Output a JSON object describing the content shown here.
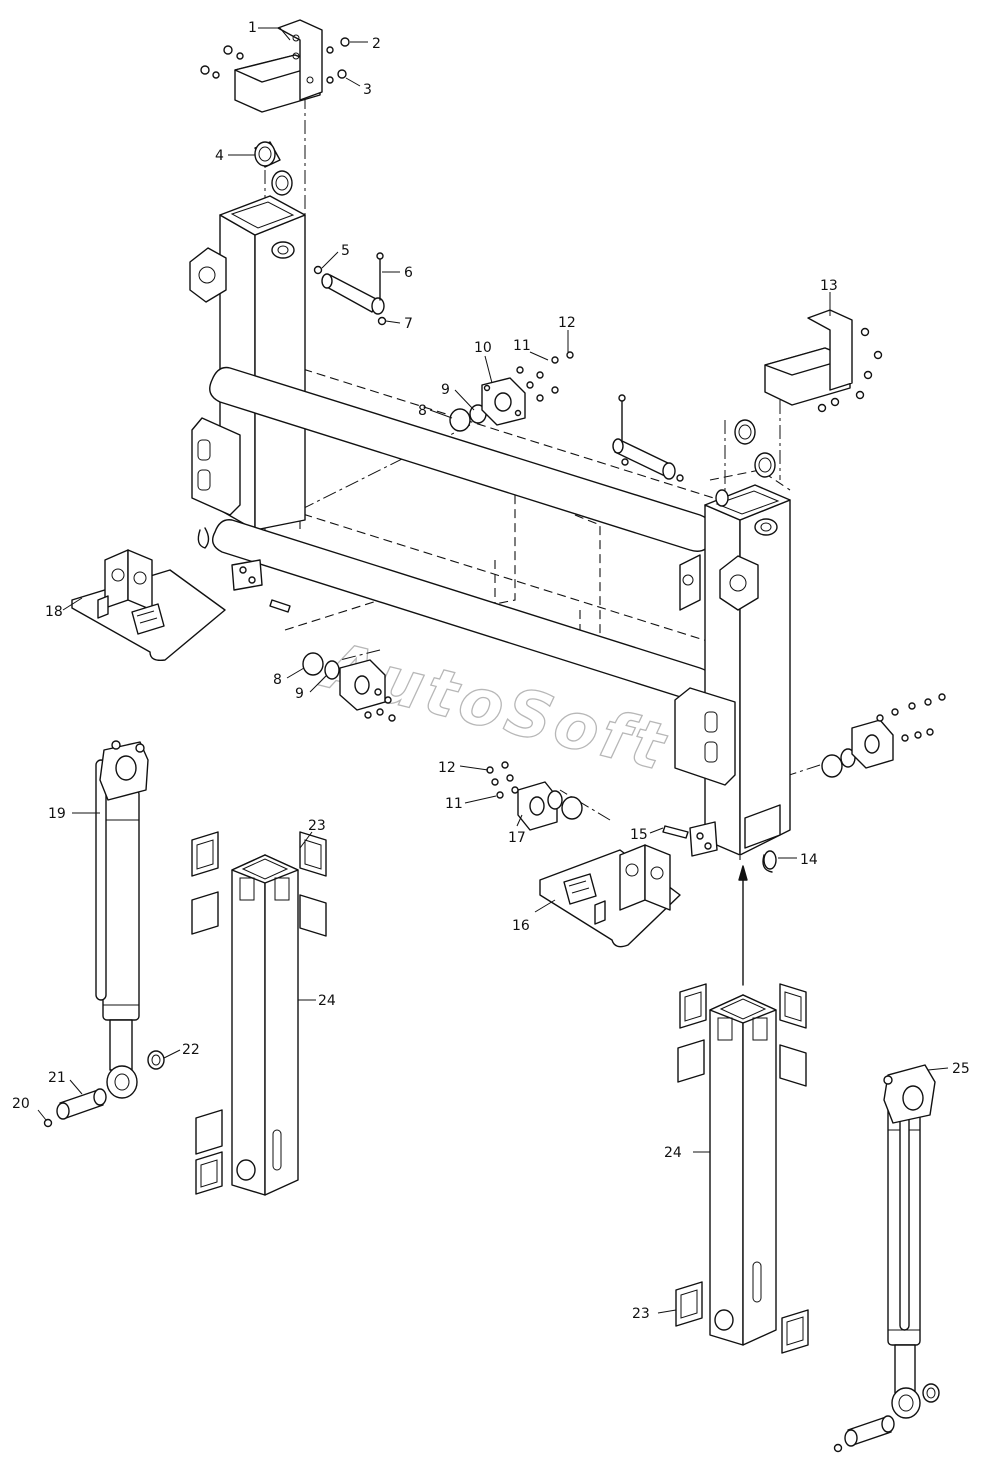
{
  "watermark": "AutoSoft",
  "callouts": {
    "c1": "1",
    "c2": "2",
    "c3": "3",
    "c4": "4",
    "c5": "5",
    "c6": "6",
    "c7": "7",
    "c8a": "8",
    "c8b": "8",
    "c9a": "9",
    "c9b": "9",
    "c10": "10",
    "c11a": "11",
    "c11b": "11",
    "c12a": "12",
    "c12b": "12",
    "c13": "13",
    "c14": "14",
    "c15": "15",
    "c16": "16",
    "c17": "17",
    "c18": "18",
    "c19": "19",
    "c20": "20",
    "c21": "21",
    "c22": "22",
    "c23a": "23",
    "c23b": "23",
    "c24a": "24",
    "c24b": "24",
    "c25": "25"
  }
}
